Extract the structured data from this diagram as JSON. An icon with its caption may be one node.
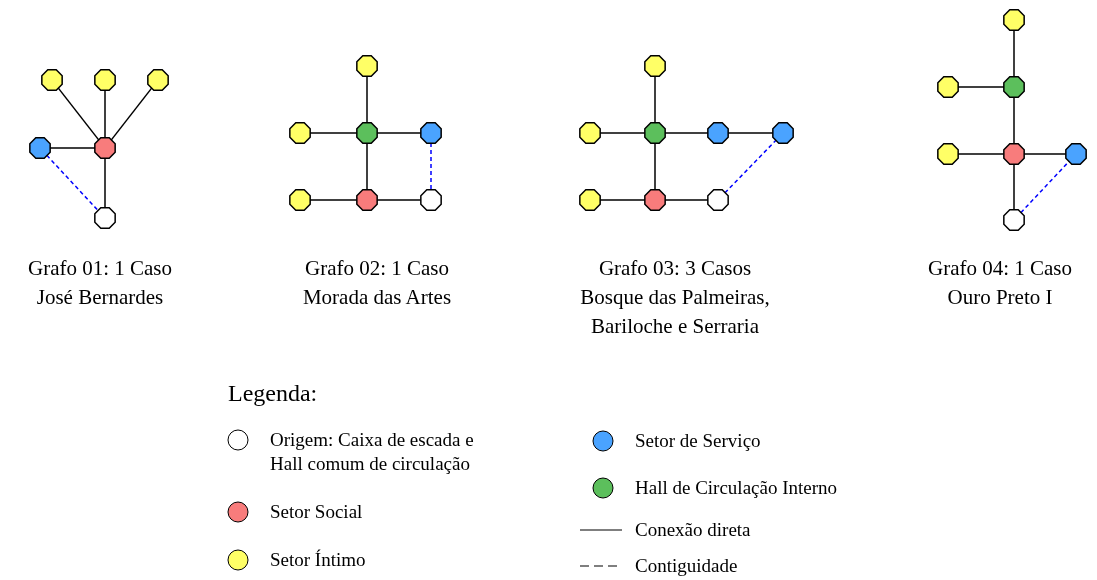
{
  "diagram": {
    "nodes": [
      {
        "text": [],
        "shape": "circle"
      },
      {
        "text": [],
        "shape": "circle"
      },
      {
        "text": [],
        "shape": "circle"
      },
      {
        "text": [],
        "shape": "circle"
      },
      {
        "text": [],
        "shape": "circle"
      },
      {
        "text": [],
        "shape": "circle"
      },
      {
        "text": [],
        "shape": "circle"
      },
      {
        "text": [],
        "shape": "circle"
      },
      {
        "text": [],
        "shape": "circle"
      },
      {
        "text": [],
        "shape": "circle"
      },
      {
        "text": [],
        "shape": "circle"
      },
      {
        "text": [],
        "shape": "circle"
      },
      {
        "text": [],
        "shape": "circle"
      },
      {
        "text": [],
        "shape": "circle"
      },
      {
        "text": [],
        "shape": "circle"
      },
      {
        "text": [],
        "shape": "circle"
      },
      {
        "text": [],
        "shape": "circle"
      },
      {
        "text": [],
        "shape": "circle"
      },
      {
        "text": [],
        "shape": "circle"
      },
      {
        "text": [],
        "shape": "circle"
      },
      {
        "text": [],
        "shape": "circle"
      },
      {
        "text": [],
        "shape": "circle"
      },
      {
        "text": [],
        "shape": "circle"
      },
      {
        "text": [],
        "shape": "circle"
      },
      {
        "text": [],
        "shape": "circle"
      },
      {
        "text": [],
        "shape": "circle"
      },
      {
        "text": [],
        "shape": "circle"
      },
      {
        "text": [],
        "shape": "circle"
      }
    ],
    "edges": [
      {
        "from": 0,
        "to": 4,
        "arrow": "none"
      },
      {
        "from": 1,
        "to": 4,
        "arrow": "none"
      },
      {
        "from": 2,
        "to": 4,
        "arrow": "none"
      },
      {
        "from": 3,
        "to": 4,
        "arrow": "none"
      },
      {
        "from": 4,
        "to": 5,
        "arrow": "none"
      },
      {
        "from": 3,
        "to": 5,
        "arrow": "none",
        "style": "dashed",
        "color": "#0000ff"
      },
      {
        "from": 6,
        "to": 8,
        "arrow": "none"
      },
      {
        "from": 7,
        "to": 8,
        "arrow": "none"
      },
      {
        "from": 8,
        "to": 9,
        "arrow": "none"
      },
      {
        "from": 8,
        "to": 11,
        "arrow": "none"
      },
      {
        "from": 10,
        "to": 11,
        "arrow": "none"
      },
      {
        "from": 11,
        "to": 12,
        "arrow": "none"
      },
      {
        "from": 9,
        "to": 12,
        "arrow": "none",
        "style": "dashed",
        "color": "#0000ff"
      },
      {
        "from": 13,
        "to": 15,
        "arrow": "none"
      },
      {
        "from": 14,
        "to": 15,
        "arrow": "none"
      },
      {
        "from": 15,
        "to": 16,
        "arrow": "none"
      },
      {
        "from": 16,
        "to": 17,
        "arrow": "none"
      },
      {
        "from": 15,
        "to": 19,
        "arrow": "none"
      },
      {
        "from": 18,
        "to": 19,
        "arrow": "none"
      },
      {
        "from": 19,
        "to": 20,
        "arrow": "none"
      },
      {
        "from": 20,
        "to": 17,
        "arrow": "none",
        "style": "dashed",
        "color": "#0000ff"
      },
      {
        "from": 21,
        "to": 23,
        "arrow": "none"
      },
      {
        "from": 22,
        "to": 23,
        "arrow": "none"
      },
      {
        "from": 23,
        "to": 25,
        "arrow": "none"
      },
      {
        "from": 24,
        "to": 25,
        "arrow": "none"
      },
      {
        "from": 25,
        "to": 26,
        "arrow": "none"
      },
      {
        "from": 25,
        "to": 27,
        "arrow": "none"
      },
      {
        "from": 27,
        "to": 26,
        "arrow": "none",
        "style": "dashed",
        "color": "#0000ff"
      }
    ],
    "labels": [
      "Grafo 01: 1 Caso",
      "José Bernardes",
      "Grafo 02: 1 Caso",
      "Morada das Artes",
      "Grafo 03: 3 Casos",
      "Bosque das Palmeiras,",
      "Bariloche e Serraria",
      "Grafo 04: 1 Caso",
      "Ouro Preto I",
      "Legenda:"
    ],
    "legend": [
      {
        "text": "Origem: Caixa de escada e Hall comum de circulação",
        "color": "#ffffff"
      },
      {
        "text": "Setor Social",
        "color": "#f87c7c"
      },
      {
        "text": "Setor Íntimo",
        "color": "#ffff66"
      },
      {
        "text": "Setor de Serviço",
        "color": "#4aa3ff"
      },
      {
        "text": "Hall de Circulação Interno",
        "color": "#5cbf5c"
      },
      {
        "text": "Conexão direta"
      },
      {
        "text": "Contiguidade"
      }
    ]
  }
}
